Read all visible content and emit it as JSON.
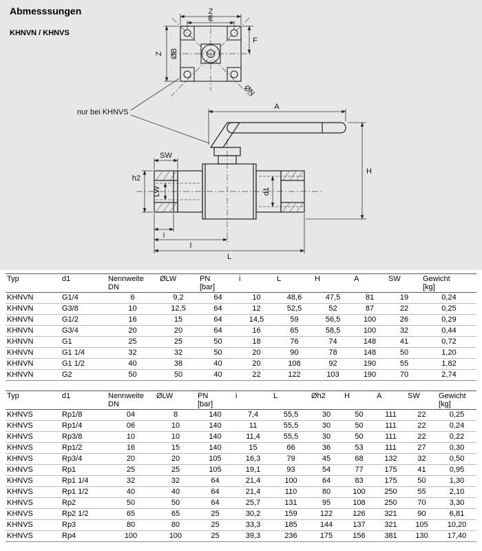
{
  "page": {
    "title": "Abmesssungen",
    "subtitle": "KHNVN  / KHNVS"
  },
  "drawing": {
    "note": "nur bei KHNVS",
    "labels": {
      "z_top": "Z",
      "e": "E",
      "f": "F",
      "z_left": "Z",
      "diameter_b": "ØB",
      "diameter_n": "ØN",
      "a": "A",
      "h": "H",
      "sw": "SW",
      "h2": "h2",
      "lw": "LW",
      "d1": "d1",
      "i": "i",
      "l_partial": "l",
      "l_total": "L"
    }
  },
  "khnvn_table": {
    "headers": [
      [
        "Typ"
      ],
      [
        "d1"
      ],
      [
        "Nennweite",
        "DN"
      ],
      [
        "ØLW"
      ],
      [
        "PN",
        "[bar]"
      ],
      [
        "i"
      ],
      [
        "L"
      ],
      [
        "H"
      ],
      [
        "A"
      ],
      [
        "SW"
      ],
      [
        "Gewicht",
        "[kg]"
      ]
    ],
    "rows": [
      [
        "KHNVN",
        "G1/4",
        "6",
        "9,2",
        "64",
        "10",
        "48,6",
        "47,5",
        "81",
        "19",
        "0,24"
      ],
      [
        "KHNVN",
        "G3/8",
        "10",
        "12,5",
        "64",
        "12",
        "52,5",
        "52",
        "87",
        "22",
        "0,25"
      ],
      [
        "KHNVN",
        "G1/2",
        "16",
        "15",
        "64",
        "14,5",
        "59",
        "56,5",
        "100",
        "26",
        "0,29"
      ],
      [
        "KHNVN",
        "G3/4",
        "20",
        "20",
        "64",
        "16",
        "65",
        "58,5",
        "100",
        "32",
        "0,44"
      ],
      [
        "KHNVN",
        "G1",
        "25",
        "25",
        "50",
        "18",
        "76",
        "74",
        "148",
        "41",
        "0,72"
      ],
      [
        "KHNVN",
        "G1 1/4",
        "32",
        "32",
        "50",
        "20",
        "90",
        "78",
        "148",
        "50",
        "1,20"
      ],
      [
        "KHNVN",
        "G1 1/2",
        "40",
        "38",
        "40",
        "20",
        "108",
        "92",
        "190",
        "55",
        "1,82"
      ],
      [
        "KHNVN",
        "G2",
        "50",
        "50",
        "40",
        "22",
        "122",
        "103",
        "190",
        "70",
        "2,74"
      ]
    ]
  },
  "khnvs_table": {
    "headers": [
      [
        "Typ"
      ],
      [
        "d1"
      ],
      [
        "Nennweite",
        "DN"
      ],
      [
        "ØLW"
      ],
      [
        "PN",
        "[bar]"
      ],
      [
        "i"
      ],
      [
        "L"
      ],
      [
        "Øh2"
      ],
      [
        "H"
      ],
      [
        "A"
      ],
      [
        "SW"
      ],
      [
        "Gewicht",
        "[kg]"
      ]
    ],
    "rows": [
      [
        "KHNVS",
        "Rp1/8",
        "04",
        "8",
        "140",
        "7,4",
        "55,5",
        "30",
        "50",
        "111",
        "22",
        "0,25"
      ],
      [
        "KHNVS",
        "Rp1/4",
        "06",
        "10",
        "140",
        "11",
        "55,5",
        "30",
        "50",
        "111",
        "22",
        "0,24"
      ],
      [
        "KHNVS",
        "Rp3/8",
        "10",
        "10",
        "140",
        "11,4",
        "55,5",
        "30",
        "50",
        "111",
        "22",
        "0,22"
      ],
      [
        "KHNVS",
        "Rp1/2",
        "16",
        "15",
        "140",
        "15",
        "66",
        "36",
        "53",
        "111",
        "27",
        "0,30"
      ],
      [
        "KHNVS",
        "Rp3/4",
        "20",
        "20",
        "105",
        "16,3",
        "79",
        "45",
        "68",
        "132",
        "32",
        "0,50"
      ],
      [
        "KHNVS",
        "Rp1",
        "25",
        "25",
        "105",
        "19,1",
        "93",
        "54",
        "77",
        "175",
        "41",
        "0,95"
      ],
      [
        "KHNVS",
        "Rp1 1/4",
        "32",
        "32",
        "64",
        "21,4",
        "100",
        "64",
        "83",
        "175",
        "50",
        "1,30"
      ],
      [
        "KHNVS",
        "Rp1 1/2",
        "40",
        "40",
        "64",
        "21,4",
        "110",
        "80",
        "100",
        "250",
        "55",
        "2,10"
      ],
      [
        "KHNVS",
        "Rp2",
        "50",
        "50",
        "64",
        "25,7",
        "131",
        "95",
        "108",
        "250",
        "70",
        "3,30"
      ],
      [
        "KHNVS",
        "Rp2 1/2",
        "65",
        "65",
        "25",
        "30,2",
        "159",
        "122",
        "126",
        "321",
        "90",
        "6,81"
      ],
      [
        "KHNVS",
        "Rp3",
        "80",
        "80",
        "25",
        "33,3",
        "185",
        "144",
        "137",
        "321",
        "105",
        "10,20"
      ],
      [
        "KHNVS",
        "Rp4",
        "100",
        "100",
        "25",
        "39,3",
        "236",
        "175",
        "156",
        "381",
        "130",
        "17,40"
      ]
    ]
  }
}
